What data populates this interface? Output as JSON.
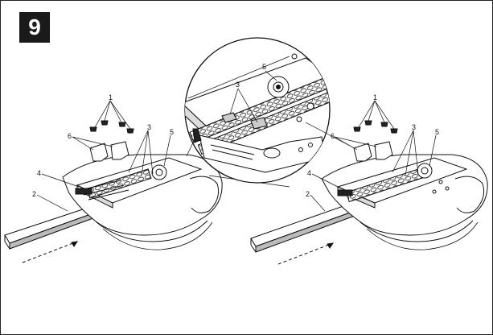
{
  "step": {
    "number": "9"
  },
  "callouts": {
    "left": {
      "c1": "1",
      "c2": "2",
      "c3": "3",
      "c4": "4",
      "c5": "5",
      "c6": "6"
    },
    "zoom": {
      "c3": "3",
      "c5": "5"
    },
    "right": {
      "c1": "1",
      "c2": "2",
      "c3": "3",
      "c4": "4",
      "c5": "5",
      "c6": "6"
    }
  },
  "icons": {
    "step_badge": "square-badge",
    "arrows": "dashed-arrow"
  }
}
